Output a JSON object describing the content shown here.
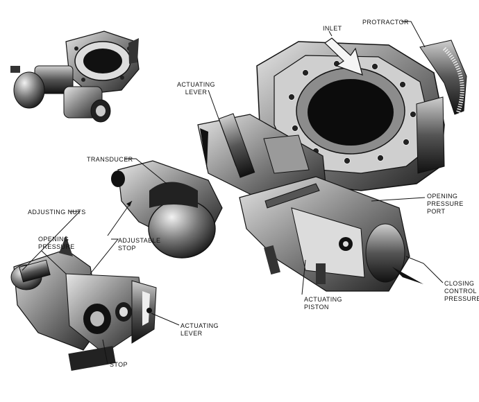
{
  "labels": {
    "protractor": "PROTRACTOR",
    "inlet": "INLET",
    "actuating_lever_top": [
      "ACTUATING",
      "LEVER"
    ],
    "transducer": "TRANSDUCER",
    "adjusting_nuts": "ADJUSTING NUTS",
    "opening_pressure": [
      "OPENING",
      "PRESSURE"
    ],
    "adjustable_stop": [
      "ADJUSTABLE",
      "STOP"
    ],
    "opening_pressure_port": [
      "OPENING",
      "PRESSURE",
      "PORT"
    ],
    "actuating_piston": [
      "ACTUATING",
      "PISTON"
    ],
    "closing_control_pressure": [
      "CLOSING",
      "CONTROL",
      "PRESSURE"
    ],
    "actuating_lever_bottom": [
      "ACTUATING",
      "LEVER"
    ],
    "stop": "STOP"
  }
}
